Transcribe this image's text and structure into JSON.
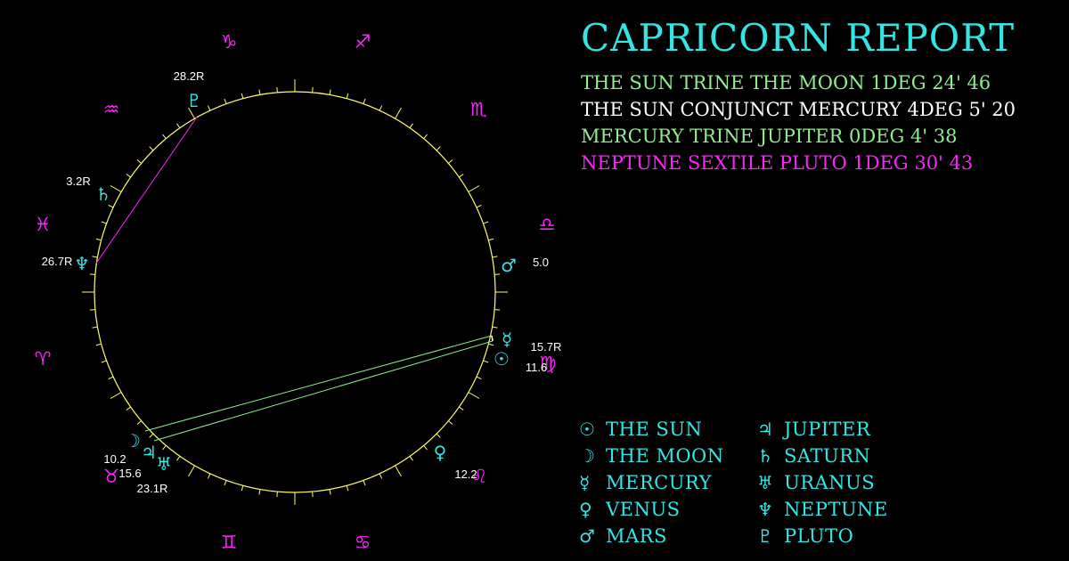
{
  "title": "CAPRICORN REPORT",
  "aspects": [
    {
      "text": "THE SUN TRINE THE MOON 1DEG 24' 46",
      "color": "#90ee90"
    },
    {
      "text": "THE SUN CONJUNCT MERCURY 4DEG 5' 20",
      "color": "#ffffff"
    },
    {
      "text": "MERCURY TRINE JUPITER 0DEG 4' 38",
      "color": "#90ee90"
    },
    {
      "text": "NEPTUNE SEXTILE PLUTO 1DEG 30' 43",
      "color": "#ff22ff"
    }
  ],
  "legend": [
    {
      "name": "sun",
      "glyph": "☉",
      "label": "THE SUN"
    },
    {
      "name": "moon",
      "glyph": "☽",
      "label": "THE MOON"
    },
    {
      "name": "mercury",
      "glyph": "☿",
      "label": "MERCURY"
    },
    {
      "name": "venus",
      "glyph": "♀",
      "label": "VENUS"
    },
    {
      "name": "mars",
      "glyph": "♂",
      "label": "MARS"
    },
    {
      "name": "jupiter",
      "glyph": "♃",
      "label": "JUPITER"
    },
    {
      "name": "saturn",
      "glyph": "♄",
      "label": "SATURN"
    },
    {
      "name": "uranus",
      "glyph": "♅",
      "label": "URANUS"
    },
    {
      "name": "neptune",
      "glyph": "♆",
      "label": "NEPTUNE"
    },
    {
      "name": "pluto",
      "glyph": "♇",
      "label": "PLUTO"
    }
  ],
  "zodiac": [
    {
      "name": "capricorn",
      "glyph": "♑"
    },
    {
      "name": "sagittarius",
      "glyph": "♐"
    },
    {
      "name": "scorpio",
      "glyph": "♏"
    },
    {
      "name": "libra",
      "glyph": "♎"
    },
    {
      "name": "virgo",
      "glyph": "♍"
    },
    {
      "name": "leo",
      "glyph": "♌"
    },
    {
      "name": "cancer",
      "glyph": "♋"
    },
    {
      "name": "gemini",
      "glyph": "♊"
    },
    {
      "name": "taurus",
      "glyph": "♉"
    },
    {
      "name": "aries",
      "glyph": "♈"
    },
    {
      "name": "pisces",
      "glyph": "♓"
    },
    {
      "name": "aquarius",
      "glyph": "♒"
    }
  ],
  "planets": [
    {
      "name": "pluto",
      "glyph": "♇",
      "degree": "28.2R"
    },
    {
      "name": "saturn",
      "glyph": "♄",
      "degree": "3.2R"
    },
    {
      "name": "neptune",
      "glyph": "♆",
      "degree": "26.7R"
    },
    {
      "name": "mars",
      "glyph": "♂",
      "degree": "5.0"
    },
    {
      "name": "mercury",
      "glyph": "☿",
      "degree": "15.7R"
    },
    {
      "name": "sun",
      "glyph": "☉",
      "degree": "11.6"
    },
    {
      "name": "venus",
      "glyph": "♀",
      "degree": "12.2"
    },
    {
      "name": "moon",
      "glyph": "☽",
      "degree": "10.2"
    },
    {
      "name": "jupiter",
      "glyph": "♃",
      "degree": "15.6"
    },
    {
      "name": "uranus",
      "glyph": "♅",
      "degree": "23.1R"
    }
  ],
  "colors": {
    "sign": "#ff22ff",
    "planet": "#33e6e6",
    "wheel": "#ffff66",
    "trine": "#90ee90",
    "sextile": "#ff22ff",
    "conjunct": "#ffffff"
  }
}
